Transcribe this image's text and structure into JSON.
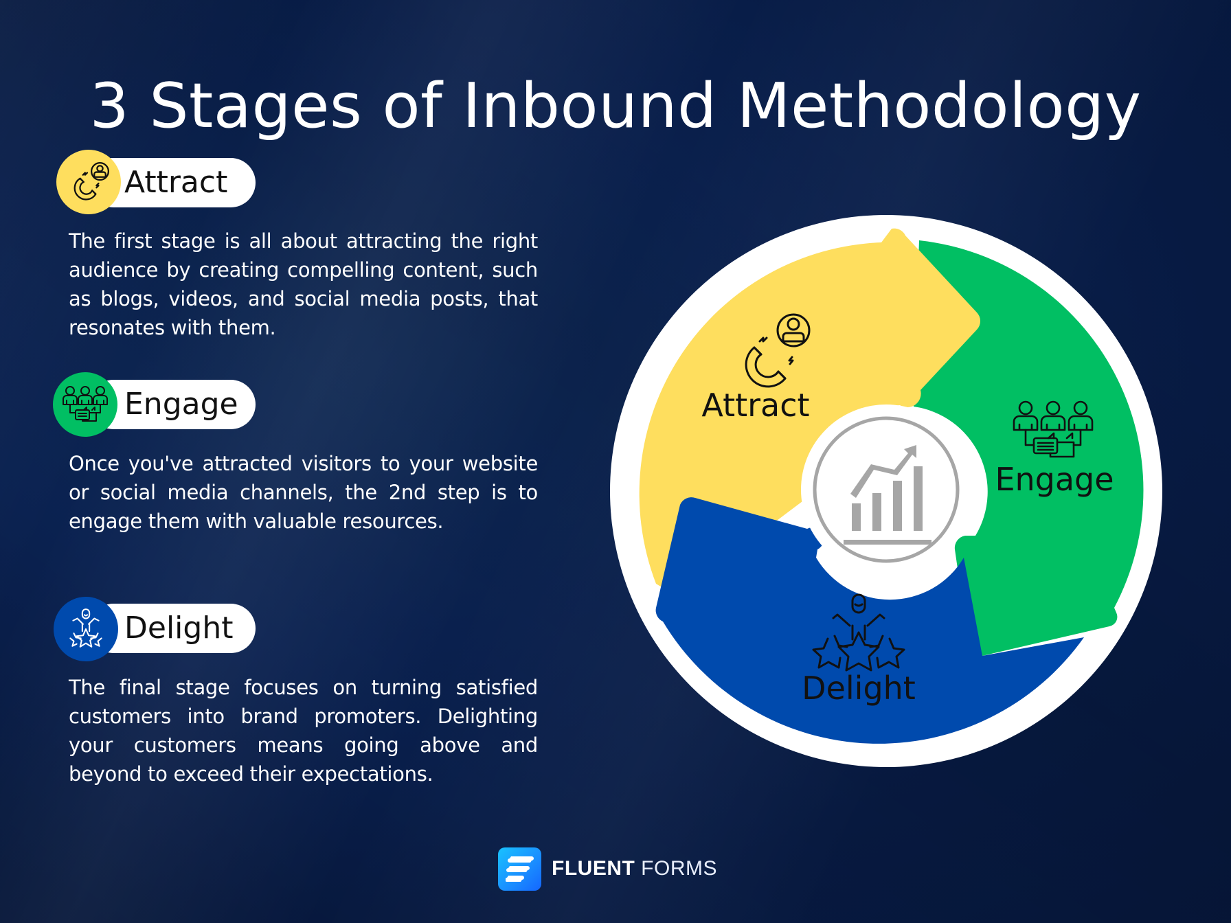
{
  "title": "3 Stages of Inbound Methodology",
  "stages": [
    {
      "label": "Attract",
      "icon": "magnet-person-icon",
      "color": "#FEDE5E",
      "description": "The first stage is all about attracting the right audience by creating compelling content, such as blogs, videos, and social media posts, that resonates with them."
    },
    {
      "label": "Engage",
      "icon": "group-chat-icon",
      "color": "#01BF63",
      "description": "Once you've attracted visitors to your website or social media channels, the 2nd step is to engage them with valuable resources."
    },
    {
      "label": "Delight",
      "icon": "person-stars-icon",
      "color": "#004AAD",
      "description": "The final stage focuses on turning satisfied customers into brand promoters. Delighting your customers means going above and beyond to exceed their expectations."
    }
  ],
  "wheel": {
    "center_icon": "growth-chart-icon",
    "segments": [
      {
        "label": "Attract",
        "color": "#FEDE5E"
      },
      {
        "label": "Engage",
        "color": "#01BF63"
      },
      {
        "label": "Delight",
        "color": "#004AAD"
      }
    ],
    "ring_color": "#FFFFFF",
    "center_ring_color": "#A6A6A6"
  },
  "colors": {
    "background": "#0A2150",
    "text": "#FFFFFF",
    "pill_bg": "#FFFFFF"
  },
  "brand": {
    "bold": "FLUENT",
    "light": "FORMS",
    "icon": "fluent-forms-logo-icon"
  }
}
